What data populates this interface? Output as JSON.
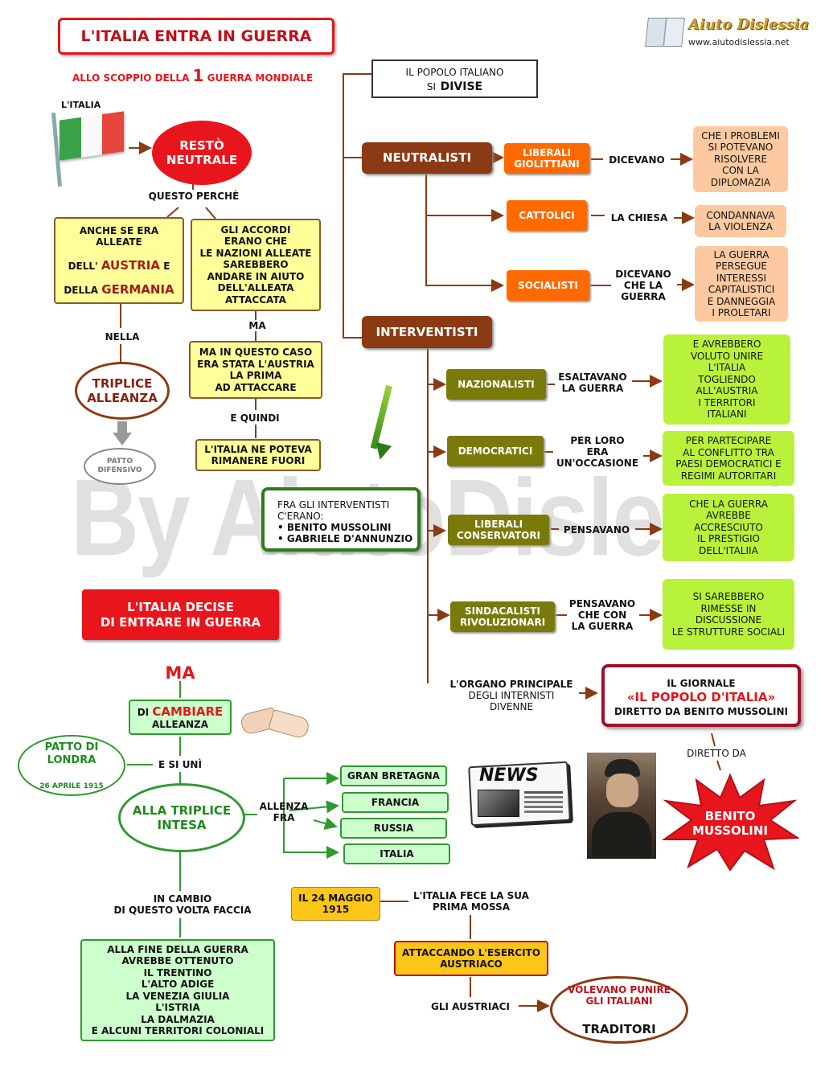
{
  "title": "L'ITALIA ENTRA IN GUERRA",
  "logo": {
    "name": "Aiuto Dislessia",
    "url": "www.aiutodislessia.net"
  },
  "watermark": "By AiutoDislessia.net",
  "subtitle": {
    "pre": "ALLO SCOPPIO DELLA",
    "num": "1",
    "post": "GUERRA MONDIALE"
  },
  "italia_label": "L'ITALIA",
  "resto_neutrale": "RESTÒ\nNEUTRALE",
  "questo_perche": "QUESTO PERCHÈ",
  "anche_se": {
    "l1": "ANCHE SE ERA\nALLEATE",
    "l2a": "DELL'",
    "austria": "AUSTRIA",
    "l2b": "E",
    "l3a": "DELLA",
    "germania": "GERMANIA"
  },
  "accordi": "GLI ACCORDI\nERANO CHE\nLE NAZIONI ALLEATE\nSAREBBERO\nANDARE IN AIUTO\nDELL'ALLEATA\nATTACCATA",
  "ma_small": "MA",
  "nella": "NELLA",
  "triplice_alleanza": "TRIPLICE\nALLEANZA",
  "ma_caso": "MA IN QUESTO CASO\nERA STATA L'AUSTRIA\nLA PRIMA\nAD ATTACCARE",
  "e_quindi": "E QUINDI",
  "fuori": "L'ITALIA NE POTEVA\nRIMANERE FUORI",
  "patto_difensivo": "PATTO\nDIFENSIVO",
  "popolo": {
    "l1": "IL POPOLO ITALIANO",
    "si": "SI",
    "divise": "DIVISE"
  },
  "neutralisti": "NEUTRALISTI",
  "interventisti": "INTERVENTISTI",
  "neutral_rows": [
    {
      "group": "LIBERALI\nGIOLITTIANI",
      "verb": "DICEVANO",
      "result": "CHE I PROBLEMI\nSI POTEVANO\nRISOLVERE\nCON LA\nDIPLOMAZIA"
    },
    {
      "group": "CATTOLICI",
      "verb": "LA CHIESA",
      "result": "CONDANNAVA\nLA VIOLENZA"
    },
    {
      "group": "SOCIALISTI",
      "verb": "DICEVANO\nCHE LA\nGUERRA",
      "result": "LA GUERRA\nPERSEGUE\nINTERESSI\nCAPITALISTICI\nE DANNEGGIA\nI PROLETARI"
    }
  ],
  "interv_rows": [
    {
      "group": "NAZIONALISTI",
      "verb": "ESALTAVANO\nLA GUERRA",
      "result": "E AVREBBERO\nVOLUTO UNIRE\nL'ITALIA\nTOGLIENDO\nALL'AUSTRIA\nI TERRITORI\nITALIANI"
    },
    {
      "group": "DEMOCRATICI",
      "verb": "PER LORO\nERA\nUN'OCCASIONE",
      "result": "PER PARTECIPARE\nAL CONFLITTO TRA\nPAESI DEMOCRATICI E\nREGIMI AUTORITARI"
    },
    {
      "group": "LIBERALI\nCONSERVATORI",
      "verb": "PENSAVANO",
      "result": "CHE LA GUERRA\nAVREBBE\nACCRESCIUTO\nIL PRESTIGIO\nDELL'ITALIIA"
    },
    {
      "group": "SINDACALISTI\nRIVOLUZIONARI",
      "verb": "PENSAVANO\nCHE CON\nLA GUERRA",
      "result": "SI SAREBBERO\nRIMESSE IN\nDISCUSSIONE\nLE STRUTTURE SOCIALI"
    }
  ],
  "fra_interventisti": {
    "l1": "FRA GLI INTERVENTISTI\nC'ERANO:",
    "b1": "• BENITO MUSSOLINI",
    "b2": "• GABRIELE D'ANNUNZIO"
  },
  "decise": "L'ITALIA DECISE\nDI ENTRARE IN GUERRA",
  "ma_big": "MA",
  "cambiare": {
    "di": "DI",
    "cambiare": "CAMBIARE",
    "alleanza": "ALLEANZA"
  },
  "patto_londra": {
    "name": "PATTO DI\nLONDRA",
    "date": "26 APRILE 1915"
  },
  "e_si_uni": "E SI UNÌ",
  "triplice_intesa": "ALLA TRIPLICE\nINTESA",
  "allenza_fra": "ALLENZA\nFRA",
  "intesa_members": [
    "GRAN BRETAGNA",
    "FRANCIA",
    "RUSSIA",
    "ITALIA"
  ],
  "organo": {
    "l1": "L'ORGANO PRINCIPALE",
    "l2": "DEGLI INTERNISTI\nDIVENNE"
  },
  "giornale": {
    "l1": "IL GIORNALE",
    "name": "«IL POPOLO D'ITALIA»",
    "l3": "DIRETTO DA BENITO MUSSOLINI"
  },
  "diretto_da": "DIRETTO DA",
  "news_label": "NEWS",
  "benito": "BENITO\nMUSSOLINI",
  "in_cambio": "IN CAMBIO\nDI QUESTO VOLTA FACCIA",
  "fine_guerra": "ALLA  FINE DELLA GUERRA\nAVREBBE OTTENUTO\nIL TRENTINO\nL'ALTO ADIGE\nLA VENEZIA GIULIA\nL'ISTRIA\nLA DALMAZIA\nE ALCUNI TERRITORI COLONIALI",
  "maggio": "IL 24 MAGGIO\n1915",
  "prima_mossa": "L'ITALIA FECE LA SUA\nPRIMA MOSSA",
  "attaccando": "ATTACCANDO L'ESERCITO\nAUSTRIACO",
  "gli_austriaci": "GLI AUSTRIACI",
  "punire": {
    "l1": "VOLEVANO PUNIRE\nGLI ITALIANI",
    "l2": "TRADITORI"
  },
  "colors": {
    "brown": "#8b3a14",
    "red": "#e4161c",
    "orange": "#ff6a00",
    "olive": "#7a7a0a",
    "lime": "#b9f23a",
    "peach": "#fcc9a0",
    "yellow": "#ffff99",
    "mint": "#ccffcc",
    "green": "#2e9a2e"
  }
}
